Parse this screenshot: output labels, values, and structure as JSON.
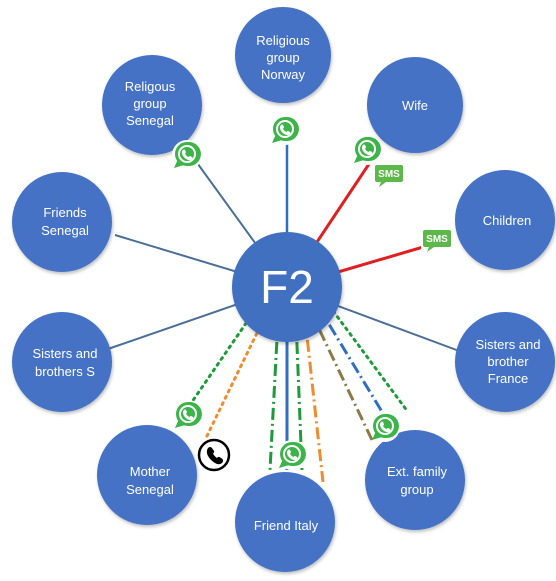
{
  "center": {
    "label": "F2"
  },
  "nodes": [
    {
      "id": "religious-norway",
      "lines": [
        "Religious",
        "group",
        "Norway"
      ]
    },
    {
      "id": "wife",
      "lines": [
        "Wife"
      ]
    },
    {
      "id": "children",
      "lines": [
        "Children"
      ]
    },
    {
      "id": "sisters-brother-france",
      "lines": [
        "Sisters and",
        "brother",
        "France"
      ]
    },
    {
      "id": "ext-family",
      "lines": [
        "Ext. family",
        "group"
      ]
    },
    {
      "id": "friend-italy",
      "lines": [
        "Friend Italy"
      ]
    },
    {
      "id": "mother-senegal",
      "lines": [
        "Mother",
        "Senegal"
      ]
    },
    {
      "id": "sisters-brothers-s",
      "lines": [
        "Sisters and",
        "brothers S"
      ]
    },
    {
      "id": "friends-senegal",
      "lines": [
        "Friends",
        "Senegal"
      ]
    },
    {
      "id": "religious-senegal",
      "lines": [
        "Religous",
        "group",
        "Senegal"
      ]
    }
  ],
  "badges": {
    "sms_label": "SMS"
  },
  "icons": [
    "whatsapp-icon",
    "sms-icon",
    "phone-icon"
  ],
  "colors": {
    "node_fill": "#4472C4",
    "node_fill_center": "#3F6FBF",
    "link_plain": "#4A6E99",
    "link_red": "#E02020",
    "link_blue": "#2E6FC1",
    "link_green": "#1E9A3A",
    "link_orange": "#F08A2E",
    "link_olive": "#8A7A4A",
    "whatsapp_green": "#3CB449",
    "sms_green": "#5DB84A"
  }
}
